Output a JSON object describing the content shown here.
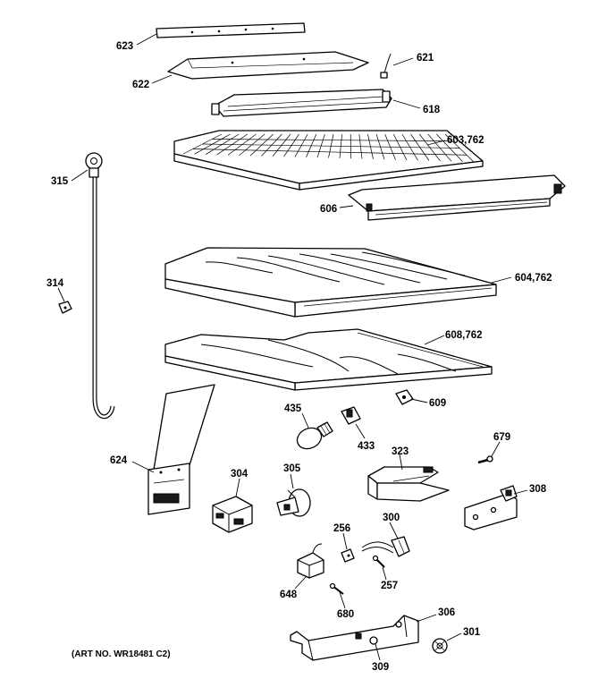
{
  "labels": {
    "p623": "623",
    "p622": "622",
    "p621": "621",
    "p618": "618",
    "p603": "603,762",
    "p315": "315",
    "p606": "606",
    "p604": "604,762",
    "p314": "314",
    "p608": "608,762",
    "p609": "609",
    "p435": "435",
    "p433": "433",
    "p323": "323",
    "p679": "679",
    "p624": "624",
    "p304": "304",
    "p305": "305",
    "p308": "308",
    "p256": "256",
    "p300": "300",
    "p257": "257",
    "p648": "648",
    "p680": "680",
    "p306": "306",
    "p301": "301",
    "p309": "309"
  },
  "art_number": "(ART NO. WR18481 C2)"
}
